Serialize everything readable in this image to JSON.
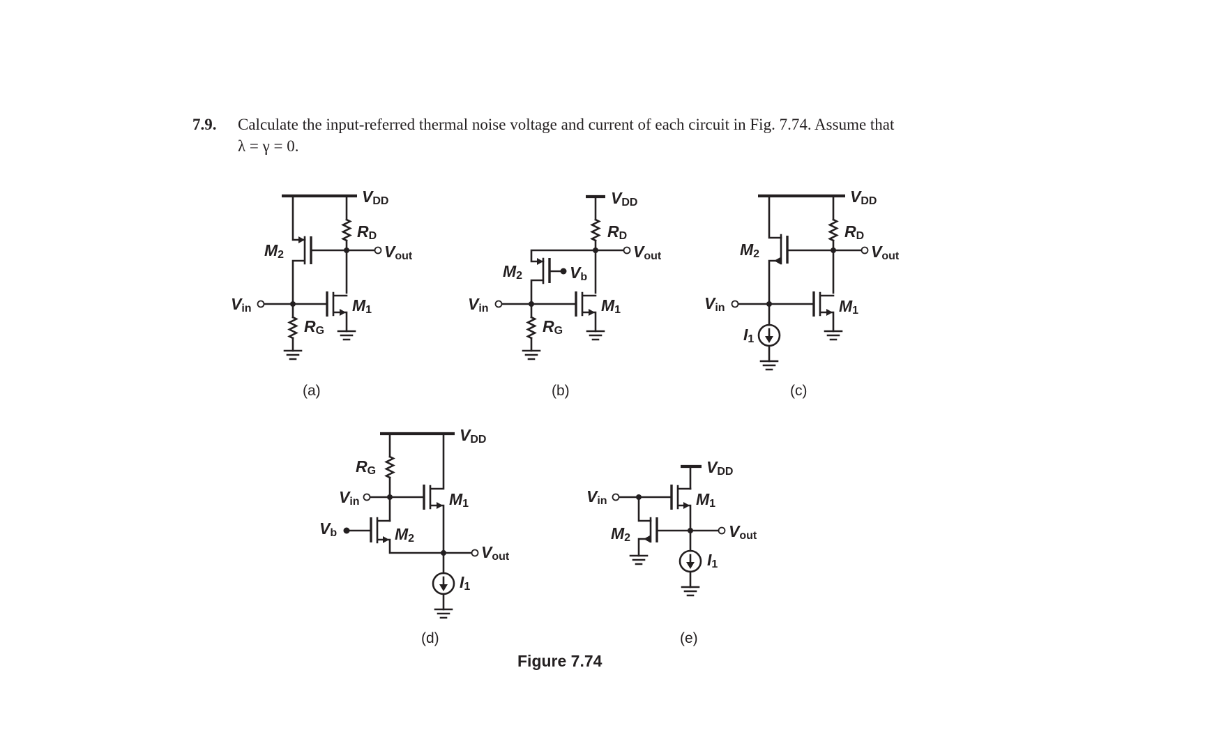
{
  "problem": {
    "number": "7.9.",
    "text": "Calculate the input-referred thermal noise voltage and current of each circuit in Fig. 7.74. Assume that",
    "equation": "λ = γ = 0."
  },
  "labels": {
    "vdd_main": "V",
    "vdd_sub": "DD",
    "vout_main": "V",
    "vout_sub": "out",
    "vin_main": "V",
    "vin_sub": "in",
    "vb_main": "V",
    "vb_sub": "b",
    "rd_main": "R",
    "rd_sub": "D",
    "rg_main": "R",
    "rg_sub": "G",
    "m1_main": "M",
    "m1_sub": "1",
    "m2_main": "M",
    "m2_sub": "2",
    "i1_main": "I",
    "i1_sub": "1"
  },
  "captions": {
    "a": "(a)",
    "b": "(b)",
    "c": "(c)",
    "d": "(d)",
    "e": "(e)",
    "figure": "Figure 7.74"
  }
}
